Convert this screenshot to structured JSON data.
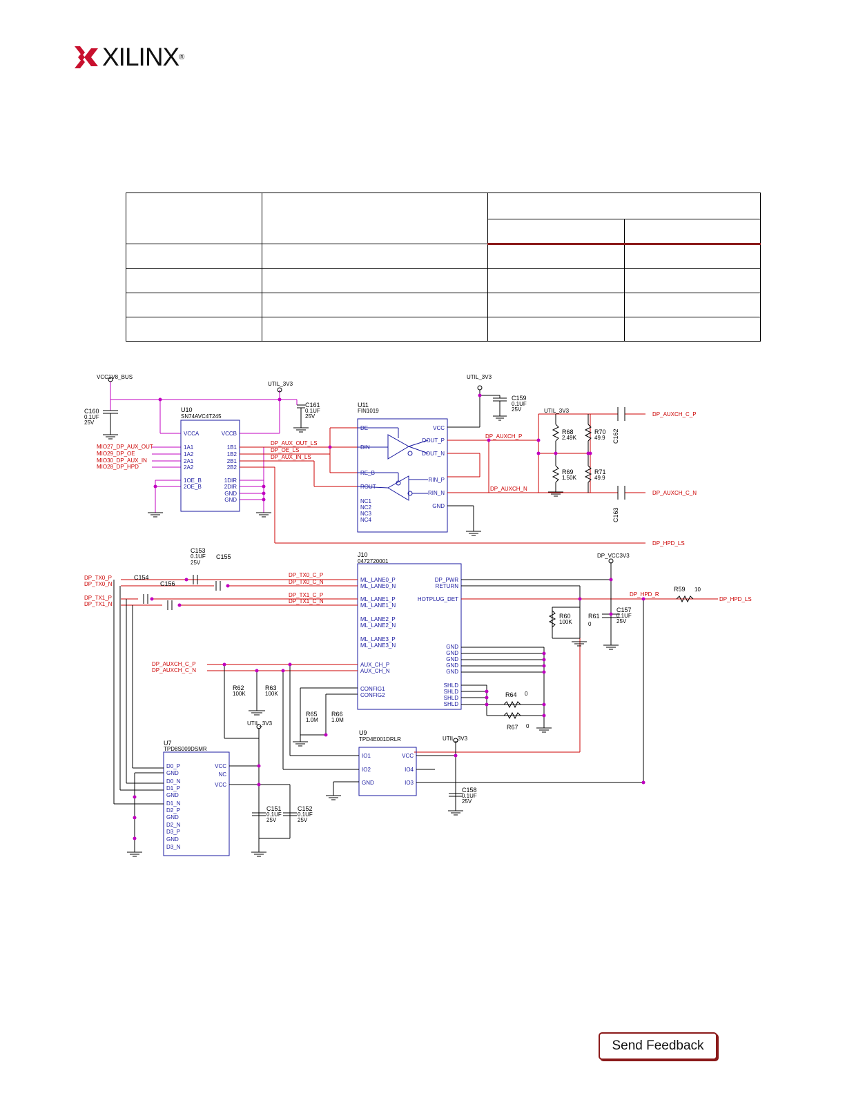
{
  "header": {
    "brand": "XILINX",
    "reg_mark": "®"
  },
  "table": {
    "rows": 4,
    "columns": 4
  },
  "schematic": {
    "nets": {
      "vcc1v8_bus": "VCC1V8_BUS",
      "util_3v3_a": "UTIL_3V3",
      "util_3v3_b": "UTIL_3V3",
      "util_3v3_c": "UTIL_3V3",
      "util_3v3_d": "UTIL_3V3",
      "util_3v3_e": "UTIL_3V3",
      "dp_vcc3v3": "DP_VCC3V3",
      "mio27": "MIO27_DP_AUX_OUT",
      "mio29": "MIO29_DP_OE",
      "mio30": "MIO30_DP_AUX_IN",
      "mio28": "MIO28_DP_HPD",
      "aux_out_ls": "DP_AUX_OUT_LS",
      "oe_ls": "DP_OE_LS",
      "aux_in_ls": "DP_AUX_IN_LS",
      "auxch_p": "DP_AUXCH_P",
      "auxch_n": "DP_AUXCH_N",
      "auxch_c_p": "DP_AUXCH_C_P",
      "auxch_c_n": "DP_AUXCH_C_N",
      "hpd_ls": "DP_HPD_LS",
      "hpd_ls_2": "DP_HPD_LS",
      "hpd_r": "DP_HPD_R",
      "tx0_p": "DP_TX0_P",
      "tx0_n": "DP_TX0_N",
      "tx1_p": "DP_TX1_P",
      "tx1_n": "DP_TX1_N",
      "tx0_c_p": "DP_TX0_C_P",
      "tx0_c_n": "DP_TX0_C_N",
      "tx1_c_p": "DP_TX1_C_P",
      "tx1_c_n": "DP_TX1_C_N",
      "auxch_c_p_2": "DP_AUXCH_C_P",
      "auxch_c_n_2": "DP_AUXCH_C_N"
    },
    "parts": {
      "u10_ref": "U10",
      "u10_val": "SN74AVC4T245",
      "u11_ref": "U11",
      "u11_val": "FIN1019",
      "j10_ref": "J10",
      "j10_val": "0472720001",
      "u9_ref": "U9",
      "u9_val": "TPD4E001DRLR",
      "u7_ref": "U7",
      "u7_val": "TPD8S009DSMR"
    },
    "components": {
      "c160": "C160",
      "c160_v": "0.1UF",
      "c160_r": "25V",
      "c161": "C161",
      "c161_v": "0.1UF",
      "c161_r": "25V",
      "c159": "C159",
      "c159_v": "0.1UF",
      "c159_r": "25V",
      "c162": "C162",
      "c163": "C163",
      "r68": "R68",
      "r68_v": "2.49K",
      "r70": "R70",
      "r70_v": "49.9",
      "r69": "R69",
      "r69_v": "1.50K",
      "r71": "R71",
      "r71_v": "49.9",
      "c153": "C153",
      "c154": "C154",
      "c155": "C155",
      "c156": "C156",
      "r59": "R59",
      "r59_v": "10",
      "r60": "R60",
      "r60_v": "100K",
      "r61": "R61",
      "r61_v": "0",
      "c157": "C157",
      "c157_v": "0.1UF",
      "c157_r": "25V",
      "r62": "R62",
      "r62_v": "100K",
      "r63": "R63",
      "r63_v": "100K",
      "r65": "R65",
      "r65_v": "1.0M",
      "r66": "R66",
      "r66_v": "1.0M",
      "r64": "R64",
      "r64_v": "0",
      "r67": "R67",
      "r67_v": "0",
      "c158": "C158",
      "c158_v": "0.1UF",
      "c158_r": "25V",
      "c151": "C151",
      "c151_v": "0.1UF",
      "c151_r": "25V",
      "c152": "C152",
      "c152_v": "0.1UF",
      "c152_r": "25V",
      "cap_v": "0.1UF",
      "cap_r": "25V"
    },
    "u10_pins_left": [
      "VCCA",
      "1A1",
      "1A2",
      "2A1",
      "2A2",
      "1OE_B",
      "2OE_B"
    ],
    "u10_pins_right": [
      "VCCB",
      "1B1",
      "1B2",
      "2B1",
      "2B2",
      "1DIR",
      "2DIR",
      "GND",
      "GND"
    ],
    "u11_pins_left": [
      "DE",
      "DIN",
      "RE_B",
      "ROUT",
      "NC1",
      "NC2",
      "NC3",
      "NC4"
    ],
    "u11_pins_right": [
      "VCC",
      "DOUT_P",
      "DOUT_N",
      "RIN_P",
      "RIN_N",
      "GND"
    ],
    "j10_pins_left": [
      "ML_LANE0_P",
      "ML_LANE0_N",
      "ML_LANE1_P",
      "ML_LANE1_N",
      "ML_LANE2_P",
      "ML_LANE2_N",
      "ML_LANE3_P",
      "ML_LANE3_N",
      "AUX_CH_P",
      "AUX_CH_N",
      "CONFIG1",
      "CONFIG2"
    ],
    "j10_pins_right": [
      "DP_PWR",
      "RETURN",
      "HOTPLUG_DET",
      "GND",
      "GND",
      "GND",
      "GND",
      "GND",
      "SHLD",
      "SHLD",
      "SHLD",
      "SHLD"
    ],
    "u9_pins_left": [
      "IO1",
      "IO2",
      "GND"
    ],
    "u9_pins_right": [
      "VCC",
      "IO4",
      "IO3"
    ],
    "u7_pins_left": [
      "D0_P",
      "GND",
      "D0_N",
      "D1_P",
      "GND",
      "D1_N",
      "D2_P",
      "GND",
      "D2_N",
      "D3_P",
      "GND",
      "D3_N"
    ],
    "u7_pins_right": [
      "VCC",
      "NC",
      "VCC"
    ]
  },
  "footer": {
    "feedback_label": "Send Feedback"
  },
  "colors": {
    "brand_red": "#c8102e",
    "net_red": "#cc0000",
    "wire_magenta": "#c000c0",
    "part_blue": "#1a1aa0",
    "feedback_border": "#8b1a1a"
  }
}
